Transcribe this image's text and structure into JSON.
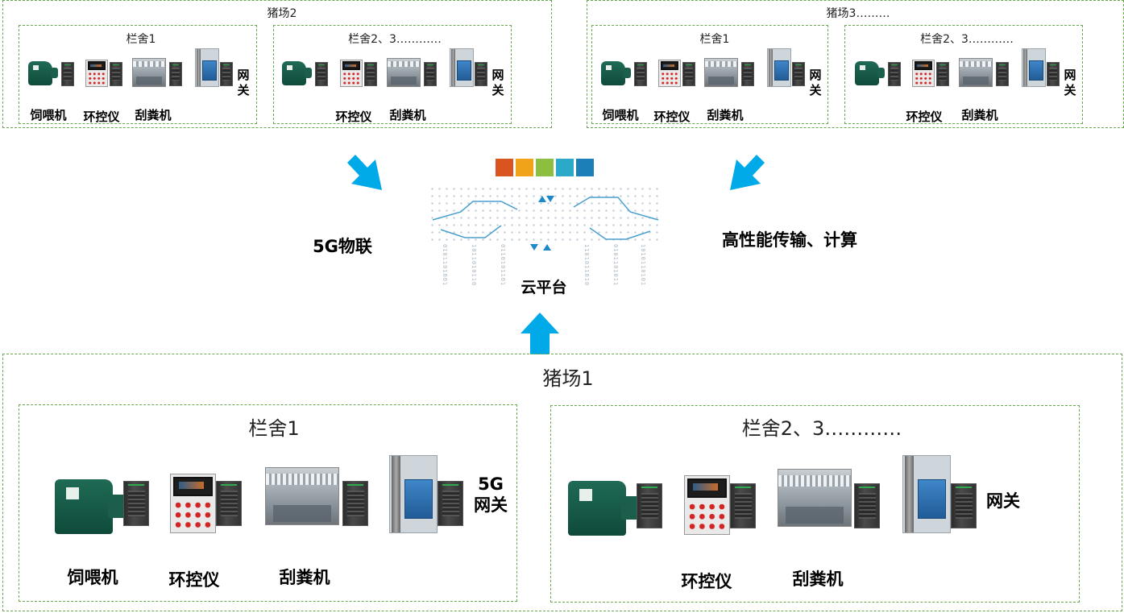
{
  "farm2": {
    "title": "猪场2",
    "pen1": "栏舍1",
    "pen23": "栏舍2、3…………",
    "feeder": "饲喂机",
    "env": "环控仪",
    "scraper": "刮粪机",
    "gateway": "网\n关"
  },
  "farm3": {
    "title": "猪场3………",
    "pen1": "栏舍1",
    "pen23": "栏舍2、3…………",
    "feeder": "饲喂机",
    "env": "环控仪",
    "scraper": "刮粪机",
    "gateway": "网\n关"
  },
  "cloud": {
    "label": "云平台",
    "left_caption": "5G物联",
    "right_caption": "高性能传输、计算"
  },
  "farm1": {
    "title": "猪场1",
    "pen1": "栏舍1",
    "pen23": "栏舍2、3…………",
    "feeder": "饲喂机",
    "env": "环控仪",
    "scraper": "刮粪机",
    "gateway_5g": "5G\n网关",
    "gateway": "网关"
  },
  "colors": {
    "border": "#6aa84f",
    "arrow": "#00a9e8"
  }
}
